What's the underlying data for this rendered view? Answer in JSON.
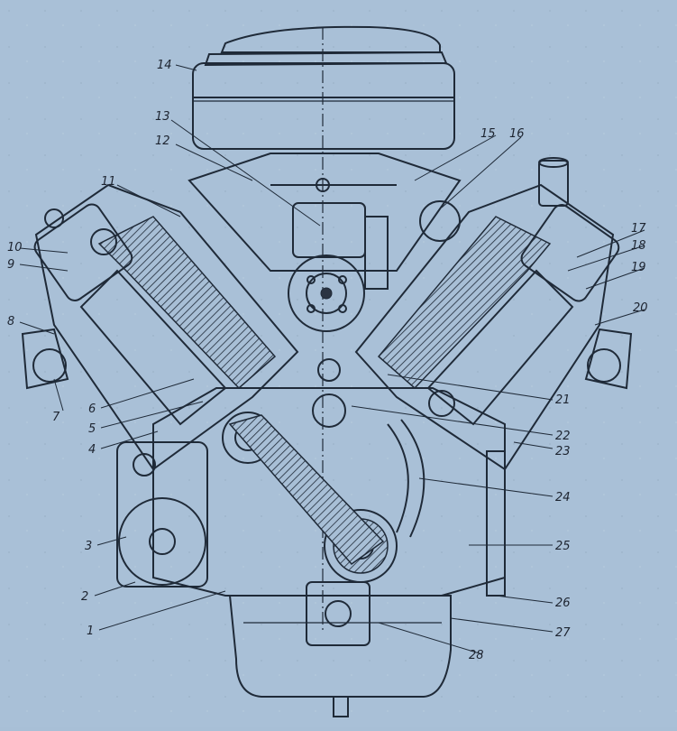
{
  "diagram": {
    "callouts": [
      "1",
      "2",
      "3",
      "4",
      "5",
      "6",
      "7",
      "8",
      "9",
      "10",
      "11",
      "12",
      "13",
      "14",
      "15",
      "16",
      "17",
      "18",
      "19",
      "20",
      "21",
      "22",
      "23",
      "24",
      "25",
      "26",
      "27",
      "28"
    ]
  }
}
